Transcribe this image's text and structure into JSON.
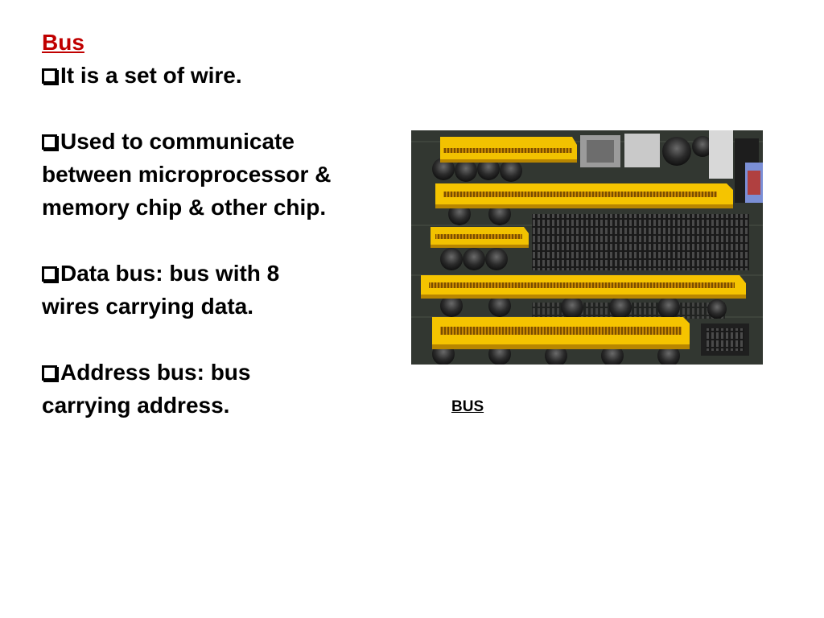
{
  "slide": {
    "title": "Bus",
    "bullets": [
      {
        "text": "It is a set of wire."
      },
      {
        "text": "Used to  communicate between microprocessor & memory chip & other chip."
      },
      {
        "text": "Data bus: bus with 8 wires carrying data."
      },
      {
        "text": "Address bus: bus carrying address."
      }
    ],
    "bullet_icon": "square-bullet-icon",
    "title_color": "#c00000",
    "image": {
      "subject": "motherboard-expansion-slots-photo",
      "caption": "BUS"
    }
  }
}
